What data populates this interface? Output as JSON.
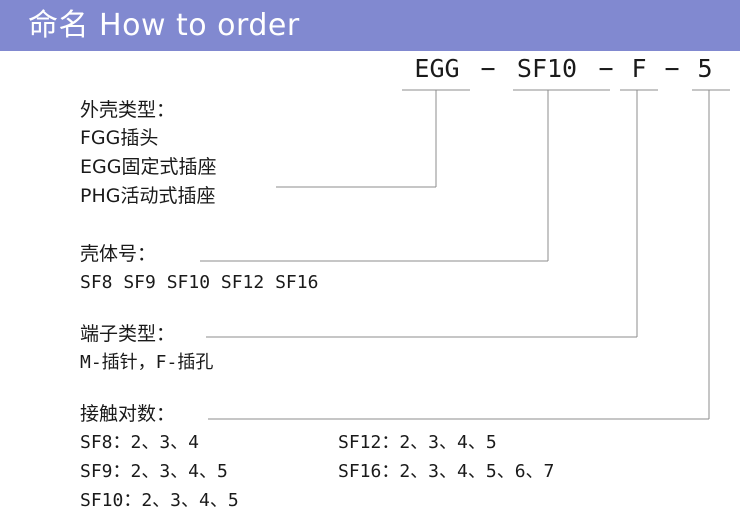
{
  "header": {
    "title": "命名 How to order",
    "background_color": "#8189d0",
    "text_color": "#ffffff"
  },
  "part_number": {
    "segments": [
      "EGG",
      "SF10",
      "F",
      "5"
    ],
    "separator": "−",
    "full": "EGG − SF10 − F − 5"
  },
  "line_color": "#8c8c8c",
  "sections": [
    {
      "id": "shell-type",
      "title": "外壳类型：",
      "lines": [
        "FGG插头",
        "EGG固定式插座",
        "PHG活动式插座"
      ]
    },
    {
      "id": "shell-size",
      "title": "壳体号：",
      "lines": [
        "SF8 SF9 SF10 SF12 SF16"
      ]
    },
    {
      "id": "terminal-type",
      "title": "端子类型：",
      "lines": [
        "M-插针，F-插孔"
      ]
    },
    {
      "id": "contact-count",
      "title": "接触对数：",
      "columns": {
        "left": [
          "SF8：2、3、4",
          "SF9：2、3、4、5",
          "SF10：2、3、4、5"
        ],
        "right": [
          "SF12：2、3、4、5",
          "SF16：2、3、4、5、6、7"
        ]
      }
    }
  ]
}
